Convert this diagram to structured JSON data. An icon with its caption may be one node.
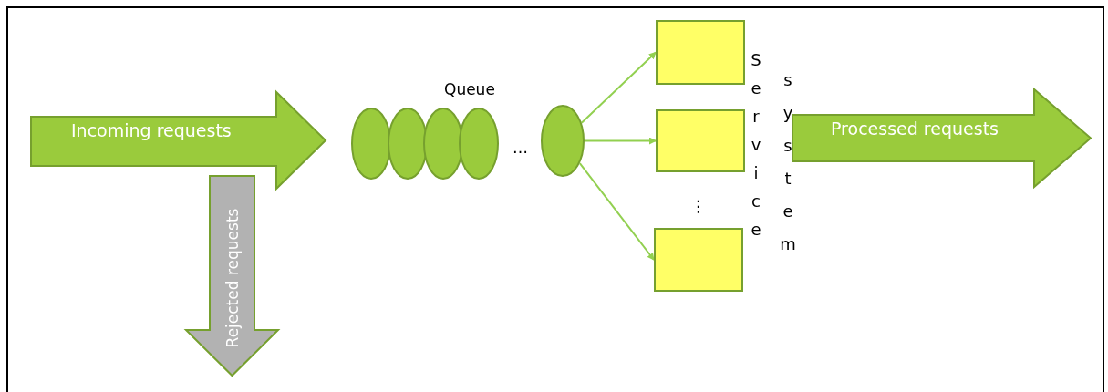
{
  "diagram": {
    "nodes": [
      {
        "text": [
          "Incoming requests"
        ]
      },
      {
        "text": [
          "Rejected requests"
        ]
      },
      {
        "text": [
          "Processed requests"
        ]
      },
      {
        "text": [],
        "shape": "circle"
      },
      {
        "text": [],
        "shape": "circle"
      },
      {
        "text": [],
        "shape": "circle"
      },
      {
        "text": [],
        "shape": "circle"
      },
      {
        "text": [],
        "shape": "circle"
      },
      {
        "text": [],
        "shape": "box"
      },
      {
        "text": [],
        "shape": "box"
      },
      {
        "text": [],
        "shape": "box"
      }
    ],
    "edges": [
      {
        "from": 7,
        "to": 8,
        "arrow": "to"
      },
      {
        "from": 7,
        "to": 9,
        "arrow": "to"
      },
      {
        "from": 7,
        "to": 10,
        "arrow": "to"
      }
    ],
    "labels": [
      "Queue",
      "…",
      "⋮",
      "Service",
      "system"
    ]
  }
}
